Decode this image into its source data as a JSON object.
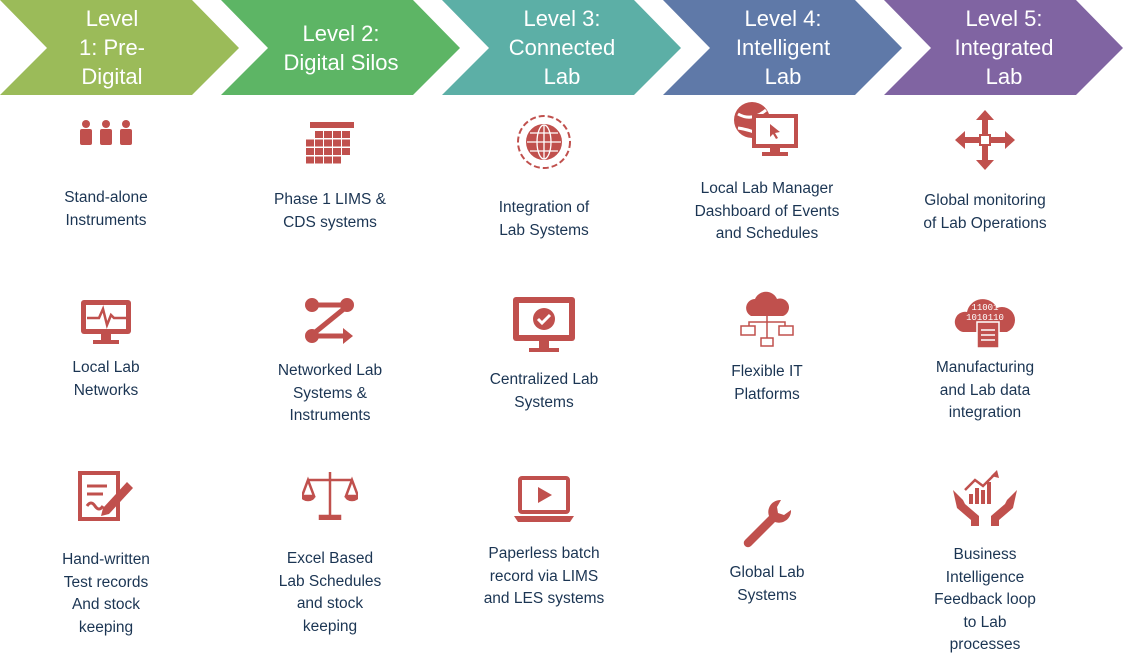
{
  "colors": {
    "level1": "#9BBB59",
    "level2": "#5DB565",
    "level3": "#5CAFA6",
    "level4": "#5F79A8",
    "level5": "#8064A2",
    "icon": "#C0504D",
    "text": "#1B3553"
  },
  "levels": [
    {
      "label": "Level\n1:  Pre-\nDigital"
    },
    {
      "label": "Level 2:\nDigital Silos"
    },
    {
      "label": "Level 3:\nConnected\nLab"
    },
    {
      "label": "Level 4:\nIntelligent\nLab"
    },
    {
      "label": "Level 5:\nIntegrated\nLab"
    }
  ],
  "items": [
    [
      {
        "icon": "people-icon",
        "text": "Stand-alone\nInstruments"
      },
      {
        "icon": "monitor-pulse-icon",
        "text": "Local Lab\nNetworks"
      },
      {
        "icon": "handwriting-icon",
        "text": "Hand-written\nTest records\nAnd stock\nkeeping"
      }
    ],
    [
      {
        "icon": "calendar-grid-icon",
        "text": "Phase 1 LIMS &\nCDS systems"
      },
      {
        "icon": "network-arrows-icon",
        "text": "Networked Lab\nSystems &\nInstruments"
      },
      {
        "icon": "scales-icon",
        "text": "Excel Based\nLab Schedules\nand stock\nkeeping"
      }
    ],
    [
      {
        "icon": "globe-orbit-icon",
        "text": "Integration of\nLab Systems"
      },
      {
        "icon": "monitor-check-icon",
        "text": "Centralized Lab\nSystems"
      },
      {
        "icon": "laptop-play-icon",
        "text": "Paperless batch\nrecord via LIMS\nand LES systems"
      }
    ],
    [
      {
        "icon": "globe-dashboard-icon",
        "text": "Local Lab Manager\nDashboard of Events\nand Schedules"
      },
      {
        "icon": "cloud-network-icon",
        "text": "Flexible IT\nPlatforms"
      },
      {
        "icon": "wrench-icon",
        "text": "Global Lab\nSystems"
      }
    ],
    [
      {
        "icon": "move-arrows-icon",
        "text": "Global monitoring\nof Lab Operations"
      },
      {
        "icon": "cloud-data-icon",
        "text": "Manufacturing\nand Lab data\nintegration"
      },
      {
        "icon": "hands-chart-icon",
        "text": "Business\nIntelligence\nFeedback loop\nto Lab\nprocesses"
      }
    ]
  ]
}
